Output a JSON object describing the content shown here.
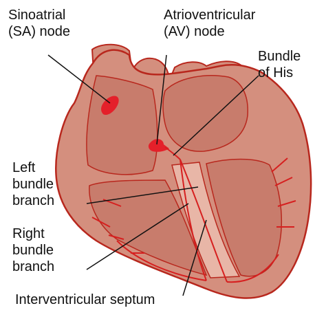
{
  "labels": {
    "sa_node": [
      "Sinoatrial",
      "(SA) node"
    ],
    "av_node": [
      "Atrioventricular",
      "(AV) node"
    ],
    "bundle_of_his": [
      "Bundle",
      "of His"
    ],
    "left_bundle_branch": [
      "Left",
      "bundle",
      "branch"
    ],
    "right_bundle_branch": [
      "Right",
      "bundle",
      "branch"
    ],
    "interventricular_septum": "Interventricular septum"
  },
  "colors": {
    "tissue_fill": "#d48f7e",
    "tissue_dark": "#c87c6c",
    "tissue_light": "#e8b6a7",
    "outline": "#b8271d",
    "node_red": "#e4202a",
    "conduction_red": "#d61f1f",
    "leader_line": "#111111"
  }
}
